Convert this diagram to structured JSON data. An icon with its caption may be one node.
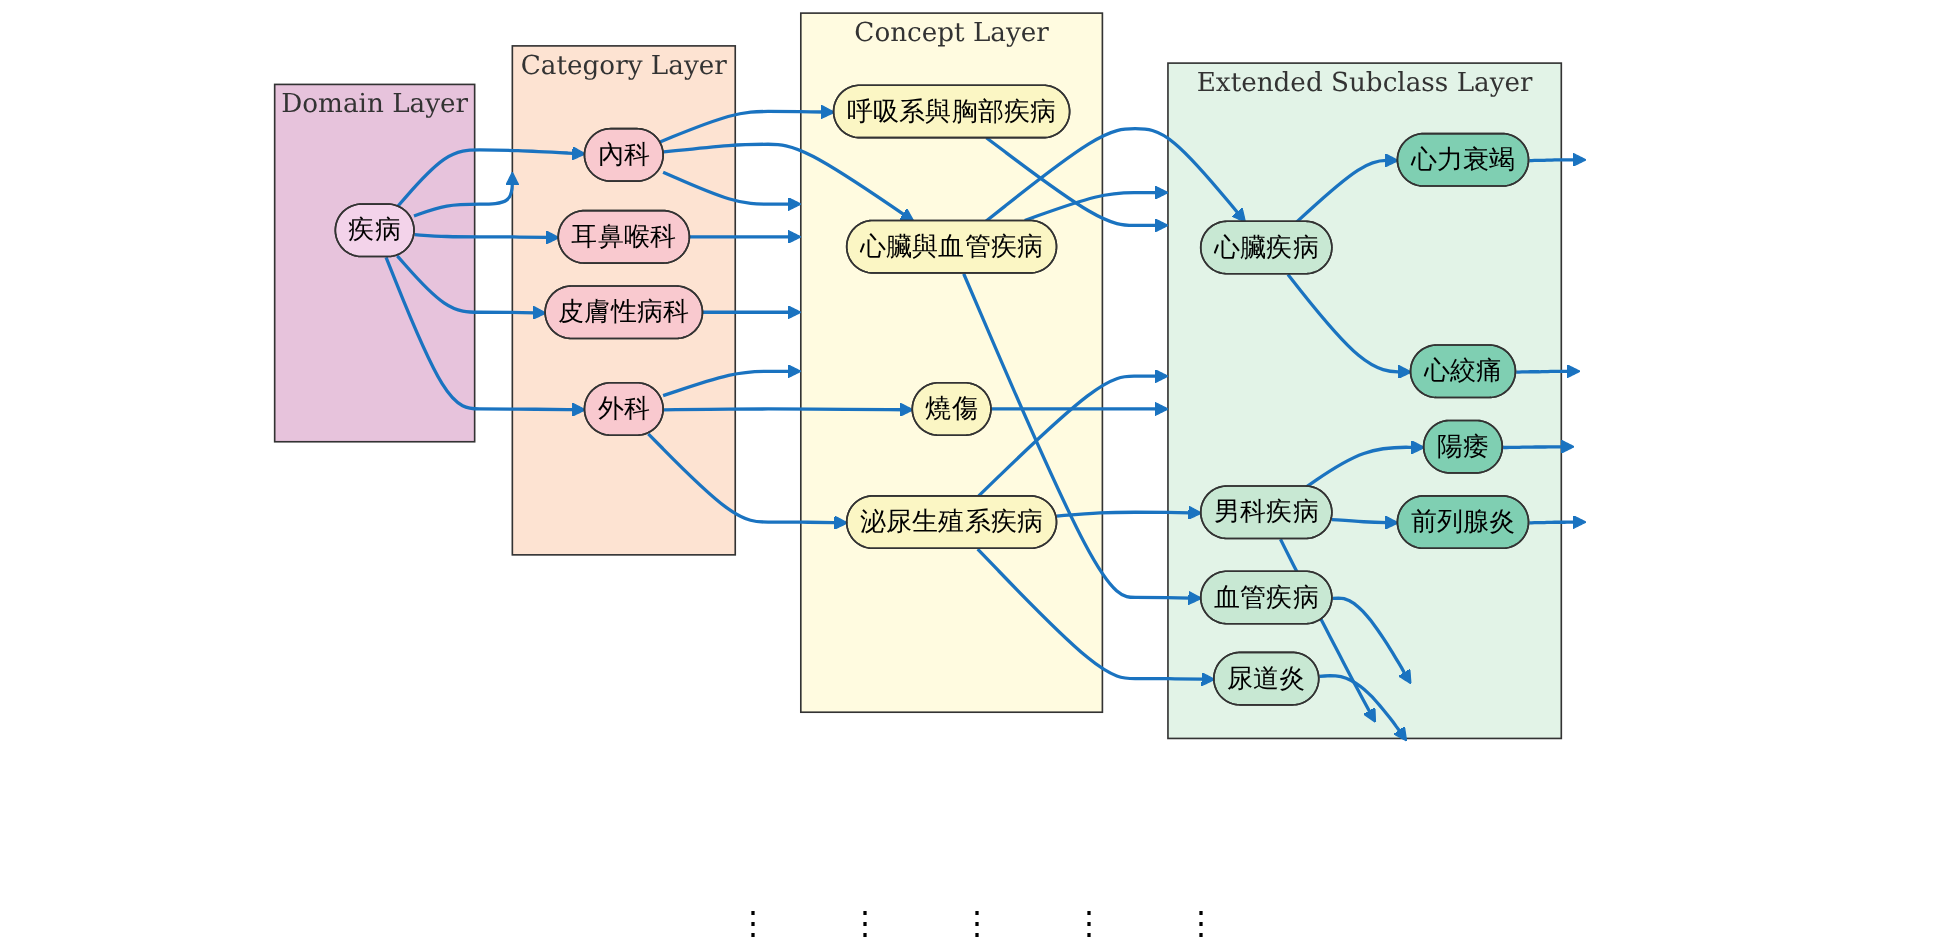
{
  "diagram": {
    "nodes": [
      {
        "text": [
          "Domain Layer"
        ]
      },
      {
        "text": [
          "疾病"
        ],
        "in": 0
      },
      {
        "text": [
          "Category Layer"
        ]
      },
      {
        "text": [
          "內科"
        ],
        "in": 2
      },
      {
        "text": [
          "耳鼻喉科"
        ],
        "in": 2
      },
      {
        "text": [
          "皮膚性病科"
        ],
        "in": 2
      },
      {
        "text": [
          "外科"
        ],
        "in": 2
      },
      {
        "text": [
          "Concept Layer"
        ]
      },
      {
        "text": [
          "心臟與血管疾病"
        ],
        "in": 7
      },
      {
        "text": [
          "呼吸系與胸部疾病"
        ],
        "in": 7
      },
      {
        "text": [
          "泌尿生殖系疾病"
        ],
        "in": 7
      },
      {
        "text": [
          "燒傷"
        ],
        "in": 7
      },
      {
        "text": [
          "Extended Subclass Layer"
        ]
      },
      {
        "text": [
          "心臟疾病"
        ],
        "in": 12
      },
      {
        "text": [
          "血管疾病"
        ],
        "in": 12
      },
      {
        "text": [
          "尿道炎"
        ],
        "in": 12
      },
      {
        "text": [
          "男科疾病"
        ],
        "in": 12
      },
      {
        "text": [
          "心力衰竭"
        ],
        "in": 12
      },
      {
        "text": [
          "心絞痛"
        ],
        "in": 12
      },
      {
        "text": [
          "陽痿"
        ],
        "in": 12
      },
      {
        "text": [
          "前列腺炎"
        ],
        "in": 12
      }
    ],
    "edges": [
      {
        "from": 1,
        "to": 3,
        "arrow": "to"
      },
      {
        "from": 1,
        "to": 4,
        "arrow": "to"
      },
      {
        "from": 1,
        "to": 2,
        "arrow": "to"
      },
      {
        "from": 1,
        "to": 5,
        "arrow": "to"
      },
      {
        "from": 1,
        "to": 6,
        "arrow": "to"
      },
      {
        "from": 3,
        "to": 8,
        "arrow": "to"
      },
      {
        "from": 3,
        "to": 9,
        "arrow": "to"
      },
      {
        "from": 3,
        "to": 7,
        "arrow": "to"
      },
      {
        "from": 4,
        "to": 7,
        "arrow": "to"
      },
      {
        "from": 5,
        "to": 7,
        "arrow": "to"
      },
      {
        "from": 6,
        "to": 7,
        "arrow": "to"
      },
      {
        "from": 6,
        "to": 10,
        "arrow": "to"
      },
      {
        "from": 6,
        "to": 11,
        "arrow": "to"
      },
      {
        "from": 8,
        "to": 13,
        "arrow": "to"
      },
      {
        "from": 8,
        "to": 14,
        "arrow": "to"
      },
      {
        "from": 8,
        "to": 12,
        "arrow": "to"
      },
      {
        "from": 9,
        "to": 12,
        "arrow": "to"
      },
      {
        "from": 10,
        "to": 12,
        "arrow": "to"
      },
      {
        "from": 10,
        "to": 15,
        "arrow": "to"
      },
      {
        "from": 10,
        "to": 16,
        "arrow": "to"
      },
      {
        "from": 11,
        "to": 12,
        "arrow": "to"
      },
      {
        "from": 13,
        "to": 17,
        "arrow": "to"
      },
      {
        "from": 13,
        "to": 18,
        "arrow": "to"
      },
      {
        "from": 14,
        "to": null,
        "arrow": "to"
      },
      {
        "from": 15,
        "to": null,
        "arrow": "to"
      },
      {
        "from": 16,
        "to": 19,
        "arrow": "to"
      },
      {
        "from": 16,
        "to": null,
        "arrow": "to"
      },
      {
        "from": 16,
        "to": 20,
        "arrow": "to"
      },
      {
        "from": 17,
        "to": null,
        "arrow": "to"
      },
      {
        "from": 18,
        "to": null,
        "arrow": "to"
      },
      {
        "from": 19,
        "to": null,
        "arrow": "to"
      },
      {
        "from": 20,
        "to": null,
        "arrow": "to"
      }
    ],
    "labels": [
      "⋮",
      "⋮",
      "⋮",
      "⋮",
      "⋮"
    ]
  }
}
